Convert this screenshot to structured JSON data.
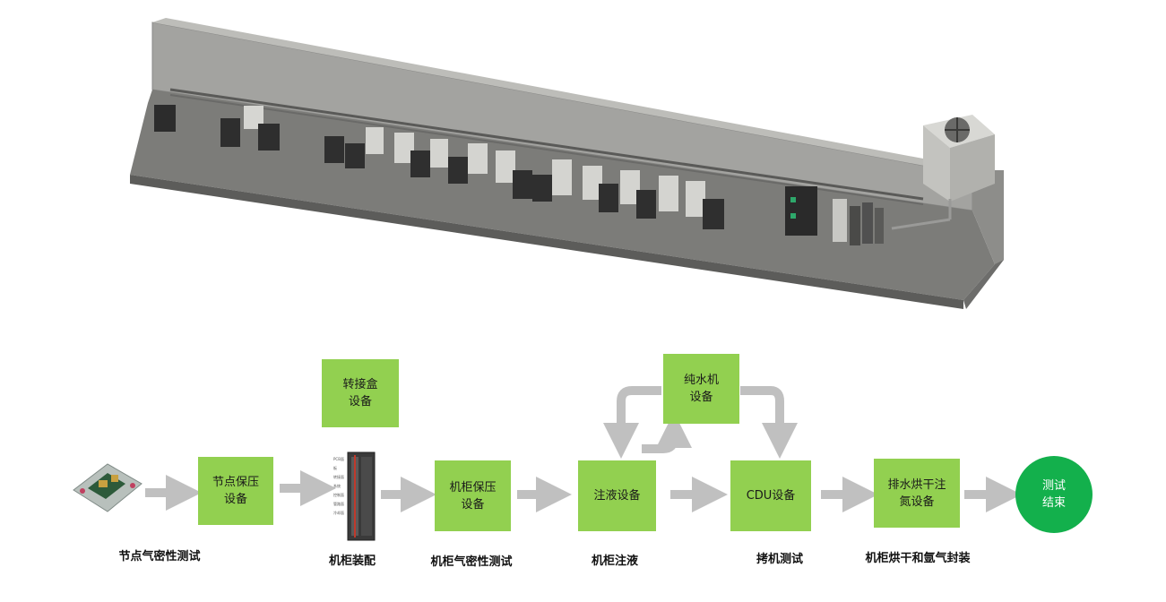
{
  "equipment_boxes": {
    "node_pressure": "节点保压\n设备",
    "adapter_box": "转接盒\n设备",
    "cabinet_pressure": "机柜保压\n设备",
    "filling": "注液设备",
    "pure_water": "纯水机\n设备",
    "cdu": "CDU设备",
    "drain_dry": "排水烘干注\n氮设备"
  },
  "end_node": "测试\n结束",
  "captions": {
    "node_airtight": "节点气密性测试",
    "cabinet_assembly": "机柜装配",
    "cabinet_airtight": "机柜气密性测试",
    "cabinet_filling": "机柜注液",
    "burn_in": "拷机测试",
    "dry_seal": "机柜烘干和氩气封装"
  },
  "colors": {
    "box_green": "#92d050",
    "end_green": "#13b04c",
    "arrow_gray": "#c0c0c0",
    "floor_gray": "#7a7a78",
    "wall_gray": "#9a9a97"
  },
  "cabinet_labels": [
    "PCB面板",
    "转接面",
    "系统",
    "控制面",
    "管路面",
    "冷却面"
  ]
}
